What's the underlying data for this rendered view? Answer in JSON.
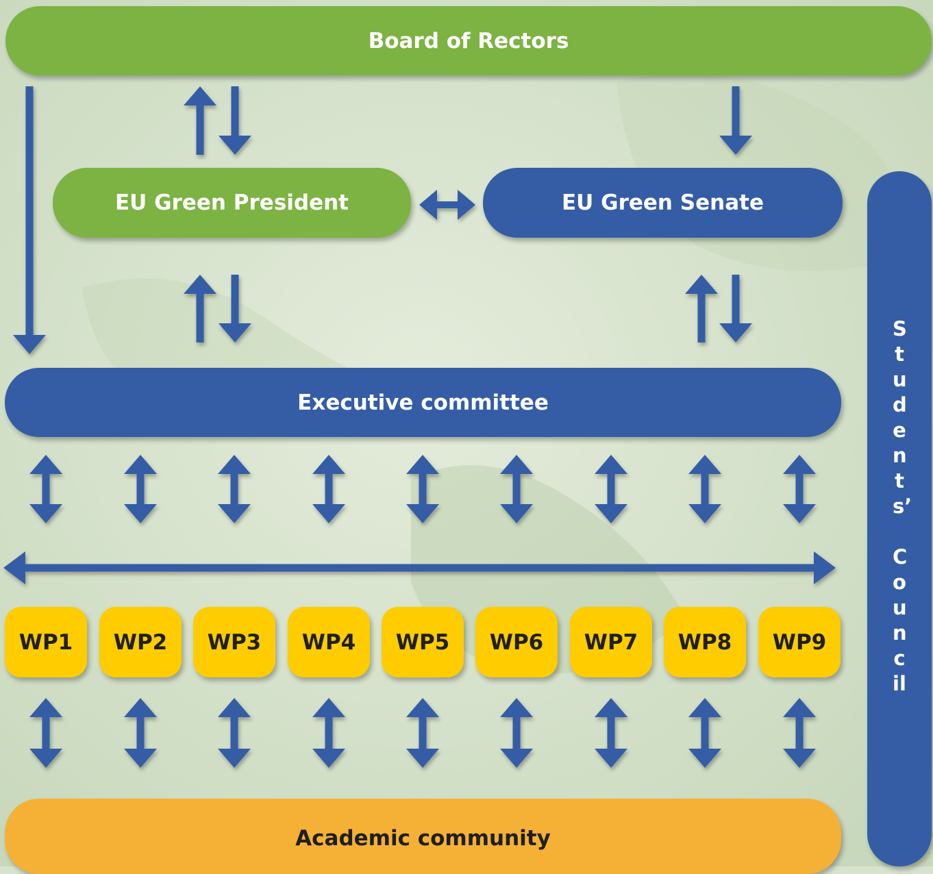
{
  "board": {
    "label": "Board of Rectors"
  },
  "president": {
    "label": "EU Green President"
  },
  "senate": {
    "label": "EU Green Senate"
  },
  "executive": {
    "label": "Executive committee"
  },
  "academic": {
    "label": "Academic community"
  },
  "students_council": {
    "word1": "Students’",
    "word2": "Council"
  },
  "work_packages": [
    "WP1",
    "WP2",
    "WP3",
    "WP4",
    "WP5",
    "WP6",
    "WP7",
    "WP8",
    "WP9"
  ],
  "colors": {
    "green": "#7cb342",
    "blue": "#345da6",
    "orange": "#f5b135",
    "yellow": "#ffcc00",
    "arrow": "#345da6"
  }
}
